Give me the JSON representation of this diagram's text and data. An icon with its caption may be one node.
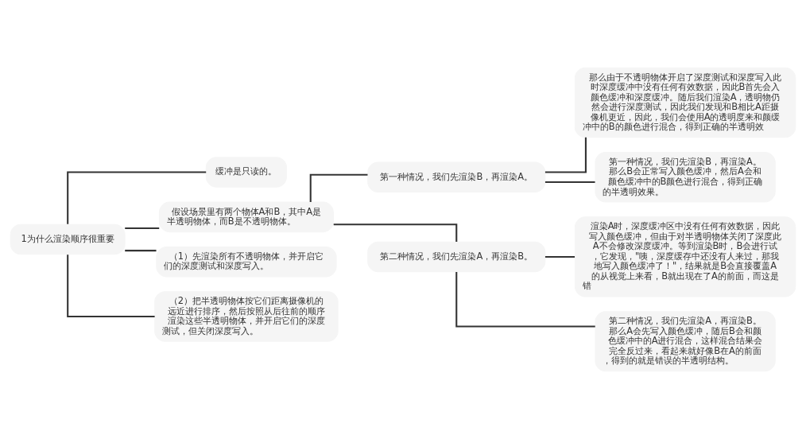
{
  "diagram": {
    "nodes": [
      {
        "text": [
          "1为什么渲染顺序很重要"
        ]
      },
      {
        "text": [
          "缓冲是只读的。"
        ]
      },
      {
        "text": [
          "假设场景里有两个物体A和B，其中A是半透明物体，而B是不透明物体。"
        ]
      },
      {
        "text": [
          "第一种情况，我们先渲染B，再渲染A。"
        ]
      },
      {
        "text": [
          "那么由于不透明物体开启了深度测试和深度写入此时深度缓冲中没有任何有效数据，因此B首先会入颜色缓冲和深度缓冲。随后我们渲染A，透明物仍然会进行深度测试，因此我们发现和B相比A距摄像机更近，因此，我们会使用A的透明度来和颜缓冲中的B的颜色进行混合，得到正确的半透明效"
        ]
      },
      {
        "text": [
          "第一种情况，我们先渲染B，再渲染A。那么B会正常写入颜色缓冲，然后A会和颜色缓冲中的B颜色进行混合，得到正确的半透明效果。"
        ]
      },
      {
        "text": [
          "第二种情况，我们先渲染A，再渲染B。"
        ]
      },
      {
        "text": [
          "渲染A时，深度缓冲区中没有任何有效数据，因此写入颜色缓冲，但由于对半透明物体关闭了深度此A不会修改深度缓冲。等到渲染B时，B会进行试，它发现，\"咦，深度缓存中还没有人来过，那我地写入颜色缓冲了！\"，结果就是B会直接覆盖A的从视觉上来看，B就出现在了A的前面，而这是错"
        ]
      },
      {
        "text": [
          "第二种情况，我们先渲染A，再渲染B。那么A会先写入颜色缓冲，随后B会和颜色缓冲中的A进行混合，这样混合结果会完全反过来，看起来就好像B在A的前面，得到的就是错误的半透明结构。"
        ]
      },
      {
        "text": [
          "（1）先渲染所有不透明物体，并开启它们的深度测试和深度写入。"
        ]
      },
      {
        "text": [
          "（2）把半透明物体按它们距离摄像机的远近进行排序，然后按照从后往前的顺序渲染这些半透明物体，并开启它们的深度测试，但关闭深度写入。"
        ]
      }
    ],
    "edges": [
      {
        "from": 0,
        "to": 1,
        "arrow": "none"
      },
      {
        "from": 0,
        "to": 2,
        "arrow": "none"
      },
      {
        "from": 2,
        "to": 3,
        "arrow": "none"
      },
      {
        "from": 3,
        "to": 4,
        "arrow": "none"
      },
      {
        "from": 3,
        "to": 5,
        "arrow": "none"
      },
      {
        "from": 2,
        "to": 6,
        "arrow": "none"
      },
      {
        "from": 6,
        "to": 7,
        "arrow": "none"
      },
      {
        "from": 6,
        "to": 8,
        "arrow": "none"
      },
      {
        "from": 0,
        "to": 9,
        "arrow": "none"
      },
      {
        "from": 0,
        "to": 10,
        "arrow": "none"
      }
    ]
  }
}
